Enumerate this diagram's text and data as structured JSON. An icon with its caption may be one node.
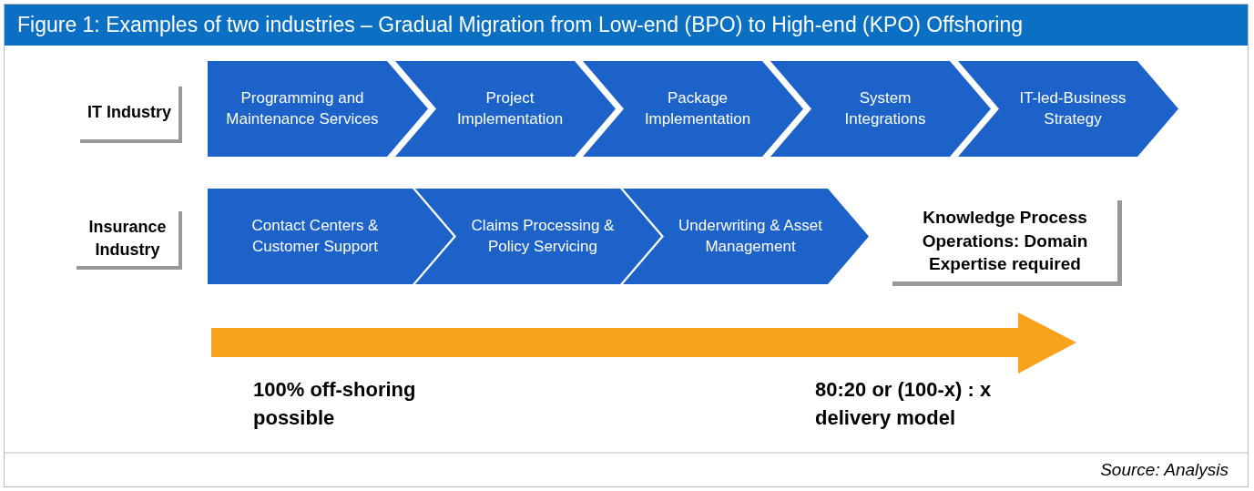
{
  "diagram": {
    "title": "Figure 1: Examples of two industries – Gradual Migration from Low-end (BPO) to High-end (KPO) Offshoring",
    "nodes": [
      {
        "text": [
          "IT Industry"
        ]
      },
      {
        "text": [
          "Programming and Maintenance Services"
        ]
      },
      {
        "text": [
          "Project Implementation"
        ]
      },
      {
        "text": [
          "Package Implementation"
        ]
      },
      {
        "text": [
          "System Integrations"
        ]
      },
      {
        "text": [
          "IT-led-Business Strategy"
        ]
      },
      {
        "text": [
          "Insurance Industry"
        ]
      },
      {
        "text": [
          "Contact Centers & Customer Support"
        ]
      },
      {
        "text": [
          "Claims Processing & Policy Servicing"
        ]
      },
      {
        "text": [
          "Underwriting & Asset Management"
        ]
      },
      {
        "text": [
          "Knowledge Process Operations: Domain Expertise required"
        ]
      }
    ],
    "labels": [
      "100% off-shoring possible",
      "80:20 or (100-x) : x delivery model",
      "Source: Analysis"
    ]
  }
}
